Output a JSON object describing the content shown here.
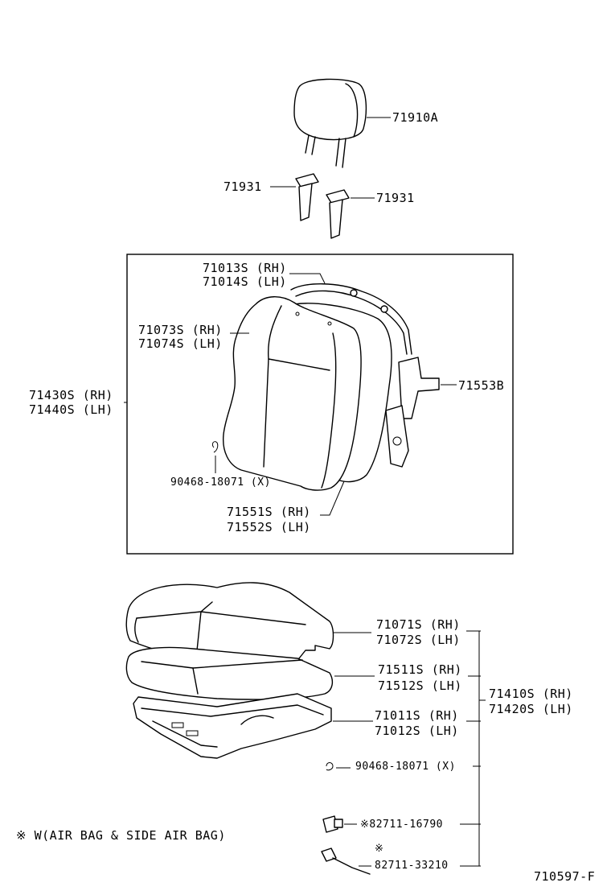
{
  "labels": {
    "headrest": "71910A",
    "guide_left": "71931",
    "guide_right": "71931",
    "back_frame_rh": "71013S (RH)",
    "back_frame_lh": "71014S (LH)",
    "back_cover_rh": "71073S (RH)",
    "back_cover_lh": "71074S (LH)",
    "back_assy_rh": "71430S (RH)",
    "back_assy_lh": "71440S (LH)",
    "recliner": "71553B",
    "hog_ring_back": "90468-18071 (X)",
    "back_pad_rh": "71551S (RH)",
    "back_pad_lh": "71552S (LH)",
    "cushion_cover_rh": "71071S (RH)",
    "cushion_cover_lh": "71072S (LH)",
    "cushion_pad_rh": "71511S (RH)",
    "cushion_pad_lh": "71512S (LH)",
    "cushion_frame_rh": "71011S (RH)",
    "cushion_frame_lh": "71012S (LH)",
    "cushion_assy_rh": "71410S (RH)",
    "cushion_assy_lh": "71420S (LH)",
    "hog_ring_cushion": "90468-18071 (X)",
    "connector_1": "※82711-16790",
    "connector_2_mark": "※",
    "connector_2": "82711-33210",
    "note": "※ W(AIR BAG & SIDE AIR BAG)",
    "figure_id": "710597-F"
  }
}
